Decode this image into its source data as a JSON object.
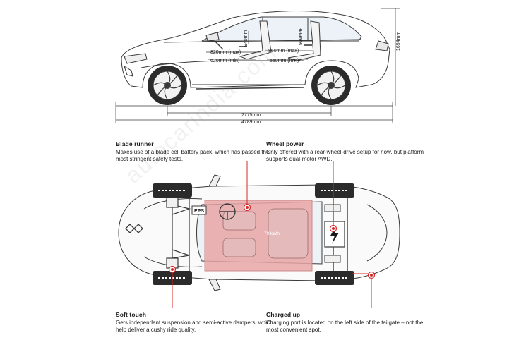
{
  "colors": {
    "line": "#3a3a3a",
    "accent": "#d62a2a",
    "battery_fill": "#e8a6a6",
    "glass": "#dfeaf4",
    "tire": "#2b2b2b"
  },
  "side_view": {
    "dims": {
      "headroom_front": "940mm",
      "headroom_rear": "920mm",
      "legroom_front_max": "820mm (max)",
      "legroom_front_min": "620mm (min)",
      "legroom_rear_max": "860mm (max)",
      "legroom_rear_min": "650mm (min)",
      "height": "1694mm",
      "wheelbase": "2775mm",
      "length": "4789mm"
    }
  },
  "top_view": {
    "battery_label": "79 kWh",
    "eps_label": "EPS"
  },
  "callouts": {
    "blade": {
      "title": "Blade runner",
      "body": "Makes use of a blade cell battery pack, which has passed the most stringent safety tests."
    },
    "wheel": {
      "title": "Wheel power",
      "body": "Only offered with a rear-wheel-drive setup for now, but platform supports dual-motor AWD."
    },
    "soft": {
      "title": "Soft touch",
      "body": "Gets independent suspension and semi-active dampers, which help deliver a cushy ride quality."
    },
    "charge": {
      "title": "Charged up",
      "body": "Charging port is located on the left side of the tailgate – not the most convenient spot."
    }
  },
  "watermark": "autocarindia.com"
}
